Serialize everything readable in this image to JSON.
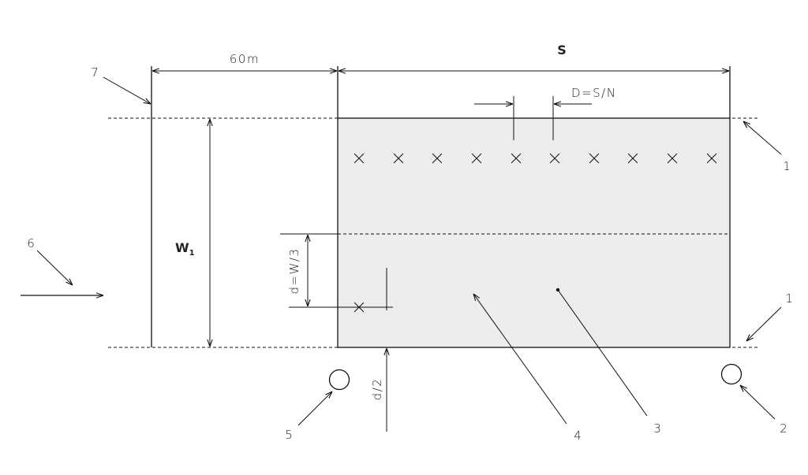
{
  "labels": {
    "dim_60m": "60m",
    "dim_S": "S",
    "dim_D": "D=S/N",
    "dim_W1": "W",
    "dim_W1_sub": "1",
    "dim_d": "d=W/3",
    "dim_d2": "d/2",
    "callout_1_top": "1",
    "callout_1_bottom": "1",
    "callout_2": "2",
    "callout_3": "3",
    "callout_4": "4",
    "callout_5": "5",
    "callout_6": "6",
    "callout_7": "7"
  },
  "symbols": {
    "sampler_marker": "x-mark-icon",
    "monitor_station": "circle-icon"
  },
  "counts": {
    "upper_row_markers": 10,
    "lower_row_markers": 1
  },
  "colors": {
    "line": "#111111",
    "field_fill": "#ededed"
  }
}
